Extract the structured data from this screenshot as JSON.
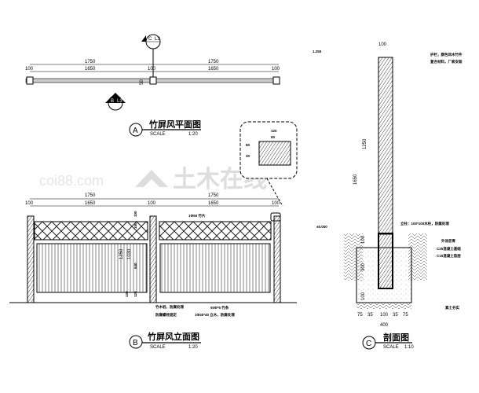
{
  "watermark": {
    "main": "土木在线",
    "sub": "coi88.com"
  },
  "plan": {
    "letter": "A",
    "title": "竹屏风平面图",
    "scale_label": "SCALE",
    "scale": "1:20",
    "dims_top": [
      "1750",
      "1750"
    ],
    "dims_mid": [
      "100",
      "1650",
      "100",
      "1650",
      "100"
    ],
    "marker_small": "50",
    "section_mark_c": {
      "letter": "C",
      "sheet": "L3"
    },
    "section_mark_b": {
      "letter": "B",
      "sheet": "L3"
    }
  },
  "elevation": {
    "letter": "B",
    "title": "竹屏风立面图",
    "scale_label": "SCALE",
    "scale": "1:20",
    "dims_top": [
      "1750",
      "1750"
    ],
    "dims_mid": [
      "100",
      "1650",
      "100",
      "1650",
      "100"
    ],
    "dims_vert": [
      "1250",
      "1030",
      "100",
      "150",
      "640",
      "130",
      "120"
    ],
    "notes": [
      "1Φ50 竹片",
      "竹木桩，防腐处理",
      "防腐螺栓固定",
      "50Φ*5 竹条",
      "1Φ40*40 立木，防腐处理"
    ]
  },
  "section": {
    "letter": "C",
    "title": "剖面图",
    "scale_label": "SCALE",
    "scale": "1:10",
    "elev_top": "1.250",
    "elev_ground": "±0.000",
    "dims_vert": [
      "1650",
      "1250",
      "100",
      "300",
      "100"
    ],
    "dim_top": "100",
    "dims_bottom": [
      "75",
      "35",
      "100",
      "35",
      "75"
    ],
    "dim_total": "400",
    "notes": [
      "护栏，颜色同木竹件",
      "复合材料，厂家安装",
      "立柱：100*100木柱，防腐处理",
      "外涂沥青",
      "C25混凝土基础",
      "C15混凝土垫层",
      "素土夯实"
    ]
  },
  "detail": {
    "dims": [
      "120",
      "90",
      "80",
      "30"
    ]
  }
}
